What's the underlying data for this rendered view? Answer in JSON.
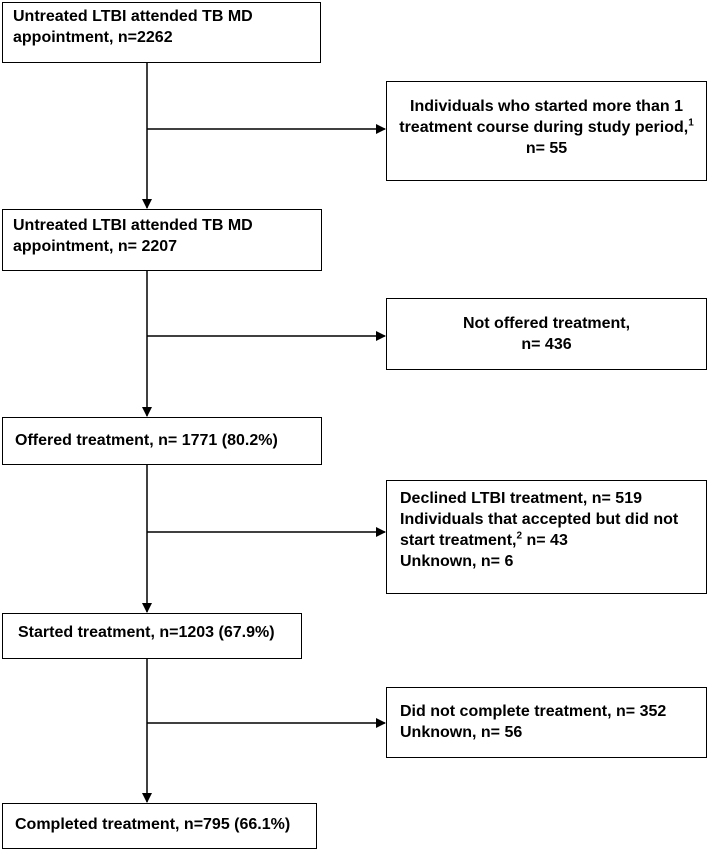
{
  "boxes": {
    "b1": {
      "line1": "Untreated LTBI attended TB MD",
      "line2": "appointment, n=2262"
    },
    "b2": {
      "line1": "Individuals who started more than 1",
      "line2": "treatment course during study period,",
      "line2_sup": "1",
      "line3": "n= 55"
    },
    "b3": {
      "line1": "Untreated LTBI attended TB MD",
      "line2": "appointment, n= 2207"
    },
    "b4": {
      "line1": "Not offered treatment,",
      "line2": "n= 436"
    },
    "b5": {
      "line1": "Offered treatment, n= 1771 (80.2%)"
    },
    "b6": {
      "line1": "Declined LTBI treatment, n= 519",
      "line2": "Individuals that accepted but did not",
      "line3a": "start treatment,",
      "line3_sup": "2",
      "line3b": " n= 43",
      "line4": "Unknown, n= 6"
    },
    "b7": {
      "line1": "Started treatment, n=1203 (67.9%)"
    },
    "b8": {
      "line1": "Did not complete treatment, n= 352",
      "line2": "Unknown, n= 56"
    },
    "b9": {
      "line1": "Completed treatment, n=795 (66.1%)"
    }
  }
}
